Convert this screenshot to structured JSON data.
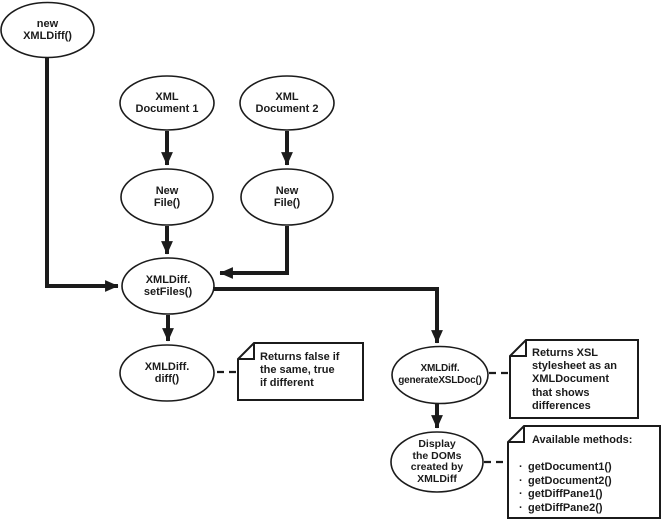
{
  "colors": {
    "ink": "#1b1b1b",
    "paper": "#ffffff"
  },
  "nodes": [
    {
      "label": "new\nXMLDiff()"
    },
    {
      "label": "XML\nDocument 1"
    },
    {
      "label": "XML\nDocument 2"
    },
    {
      "label": "New\nFile()"
    },
    {
      "label": "New\nFile()"
    },
    {
      "label": "XMLDiff.\nsetFiles()"
    },
    {
      "label": "XMLDiff.\ndiff()"
    },
    {
      "label": "XMLDiff.\ngenerateXSLDoc()"
    },
    {
      "label": "Display\nthe DOMs\ncreated by\nXMLDiff"
    }
  ],
  "notes": [
    {
      "text": "Returns false if\nthe same, true\nif different"
    },
    {
      "text": "Returns XSL\nstylesheet as an\nXMLDocument\nthat shows\ndifferences"
    },
    {
      "title": "Available methods:",
      "bullet": "·",
      "items": [
        "getDocument1()",
        "getDocument2()",
        "getDiffPane1()",
        "getDiffPane2()"
      ]
    }
  ]
}
